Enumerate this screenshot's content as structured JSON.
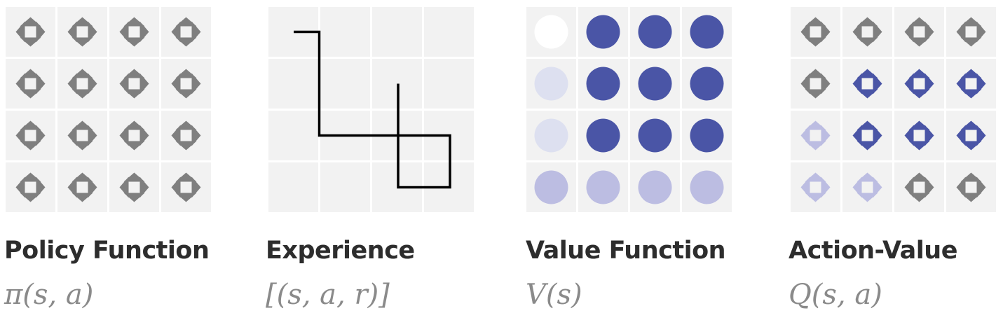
{
  "colors": {
    "cell": "#f2f2f2",
    "arrow_gray": "#7f7f7f",
    "blue_dark": "#4a55a6",
    "blue_light": "#bcbde2",
    "blue_pale": "#dde0f0",
    "white": "#ffffff",
    "path": "#000000",
    "title": "#2d2d2d",
    "notation": "#8a8a8a"
  },
  "panels": [
    {
      "id": "policy",
      "title": "Policy Function",
      "notation": "π(s, a)",
      "grid": [
        [
          "gray",
          "gray",
          "gray",
          "gray"
        ],
        [
          "gray",
          "gray",
          "gray",
          "gray"
        ],
        [
          "gray",
          "gray",
          "gray",
          "gray"
        ],
        [
          "gray",
          "gray",
          "gray",
          "gray"
        ]
      ]
    },
    {
      "id": "experience",
      "title": "Experience",
      "notation": "[(s, a, r)]",
      "path": [
        [
          0,
          0.5
        ],
        [
          1,
          0.5
        ],
        [
          1,
          2.5
        ],
        [
          2.5,
          2.5
        ],
        [
          3.5,
          2.5
        ],
        [
          3.5,
          3.5
        ],
        [
          2.5,
          3.5
        ],
        [
          2.5,
          1.5
        ]
      ]
    },
    {
      "id": "value",
      "title": "Value Function",
      "notation": "V(s)",
      "grid": [
        [
          "white",
          "dark",
          "dark",
          "dark"
        ],
        [
          "pale",
          "dark",
          "dark",
          "dark"
        ],
        [
          "pale",
          "dark",
          "dark",
          "dark"
        ],
        [
          "light",
          "light",
          "light",
          "light"
        ]
      ]
    },
    {
      "id": "action-value",
      "title": "Action-Value",
      "notation": "Q(s, a)",
      "grid": [
        [
          "gray",
          "gray",
          "gray",
          "gray"
        ],
        [
          "gray",
          "dark",
          "dark",
          "dark"
        ],
        [
          "light",
          "dark",
          "dark",
          "dark"
        ],
        [
          "light",
          "light",
          "gray",
          "gray"
        ]
      ]
    }
  ]
}
